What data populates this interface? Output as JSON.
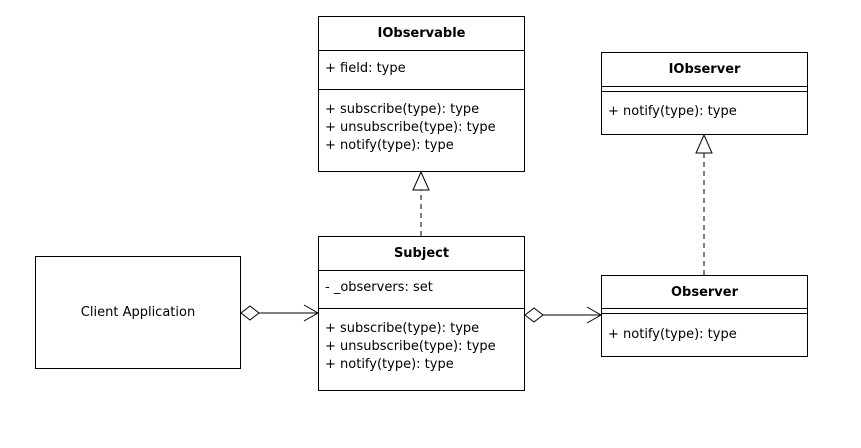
{
  "classes": {
    "iobservable": {
      "name": "IObservable",
      "fields": [
        "+ field: type"
      ],
      "methods": [
        "+ subscribe(type): type",
        "+ unsubscribe(type): type",
        "+ notify(type): type"
      ]
    },
    "iobserver": {
      "name": "IObserver",
      "methods": [
        "+ notify(type): type"
      ]
    },
    "subject": {
      "name": "Subject",
      "fields": [
        "- _observers: set"
      ],
      "methods": [
        "+ subscribe(type): type",
        "+ unsubscribe(type): type",
        "+ notify(type): type"
      ]
    },
    "observer": {
      "name": "Observer",
      "methods": [
        "+ notify(type): type"
      ]
    }
  },
  "client": {
    "label": "Client Application"
  }
}
